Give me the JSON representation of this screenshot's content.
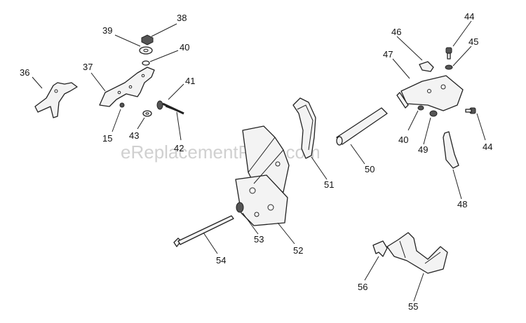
{
  "watermark": "eReplacementParts.com",
  "callouts": {
    "c36": "36",
    "c37": "37",
    "c38": "38",
    "c39": "39",
    "c40a": "40",
    "c41": "41",
    "c42": "42",
    "c43": "43",
    "c15": "15",
    "c44a": "44",
    "c45": "45",
    "c46": "46",
    "c47": "47",
    "c40b": "40",
    "c49": "49",
    "c44b": "44",
    "c48": "48",
    "c50": "50",
    "c51": "51",
    "c52": "52",
    "c53": "53",
    "c54": "54",
    "c55": "55",
    "c56": "56"
  }
}
